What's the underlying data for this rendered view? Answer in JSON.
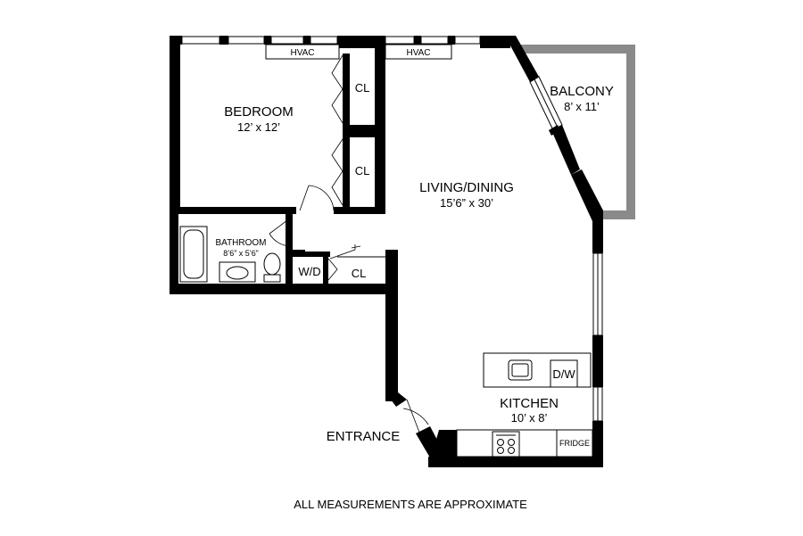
{
  "rooms": {
    "bedroom": {
      "name": "BEDROOM",
      "size": "12’ x 12’"
    },
    "living": {
      "name": "LIVING/DINING",
      "size": "15’6” x 30’"
    },
    "balcony": {
      "name": "BALCONY",
      "size": "8’ x 11’"
    },
    "bathroom": {
      "name": "BATHROOM",
      "size": "8’6” x 5’6”"
    },
    "kitchen": {
      "name": "KITCHEN",
      "size": "10’ x 8’"
    }
  },
  "labels": {
    "hvac_left": "HVAC",
    "hvac_right": "HVAC",
    "closet_1": "CL",
    "closet_2": "CL",
    "closet_3": "CL",
    "washer_dryer": "W/D",
    "dishwasher": "D/W",
    "fridge": "FRIDGE",
    "entrance": "ENTRANCE"
  },
  "footer": {
    "note": "ALL MEASUREMENTS ARE APPROXIMATE"
  },
  "colors": {
    "walls": "#000000",
    "balcony_railing": "#8a8a8a",
    "background": "#ffffff"
  }
}
